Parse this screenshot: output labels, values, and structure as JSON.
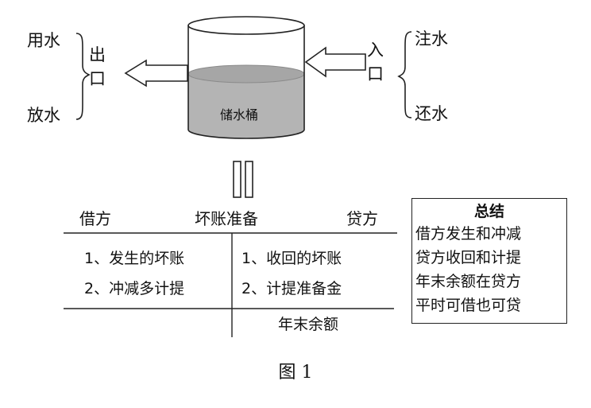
{
  "bucket": {
    "label": "储水桶",
    "outlet": {
      "label_top": "出",
      "label_bottom": "口",
      "items": [
        "用水",
        "放水"
      ]
    },
    "inlet": {
      "label_top": "入",
      "label_bottom": "口",
      "items": [
        "注水",
        "还水"
      ]
    },
    "water_level_fraction": 0.6,
    "colors": {
      "water": "#b4b4b4",
      "water_top": "#a6a6a6",
      "outline": "#222222"
    }
  },
  "t_account": {
    "debit_header": "借方",
    "account_name": "坏账准备",
    "credit_header": "贷方",
    "debit_entries": [
      "1、发生的坏账",
      "2、冲减多计提"
    ],
    "credit_entries": [
      "1、收回的坏账",
      "2、计提准备金"
    ],
    "balance_label": "年末余额"
  },
  "summary": {
    "title": "总结",
    "lines": [
      "借方发生和冲减",
      "贷方收回和计提",
      "年末余额在贷方",
      "平时可借也可贷"
    ]
  },
  "caption": "图 1"
}
